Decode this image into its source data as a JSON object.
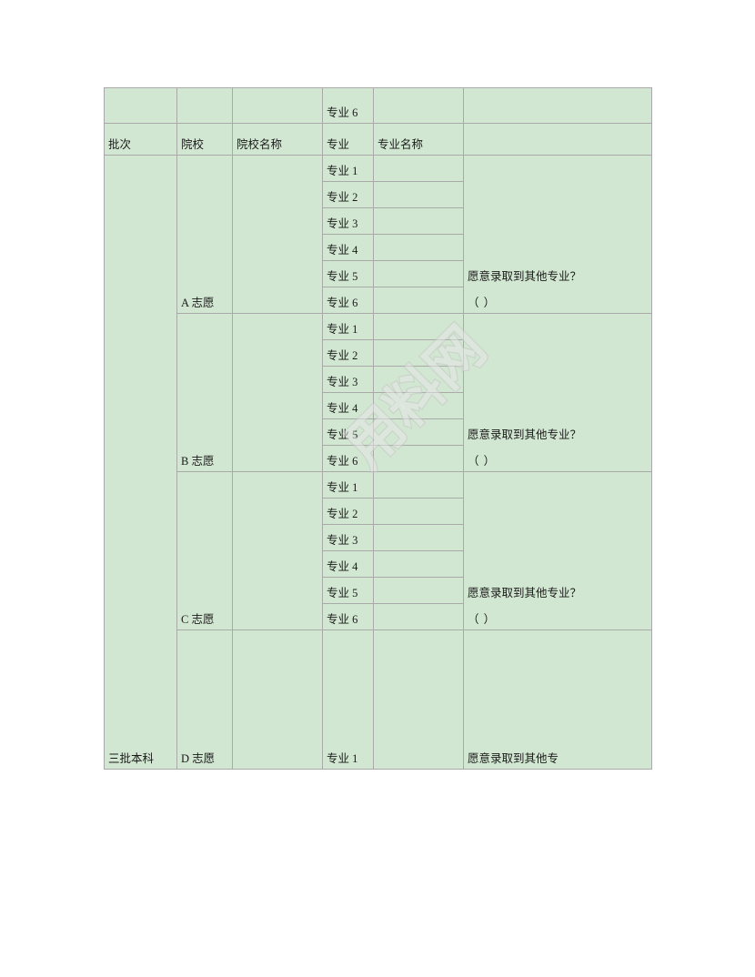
{
  "document": {
    "title": "高考志愿填报表",
    "background_color": "#ffffff",
    "table_fill_color": "#d2e7d2",
    "border_color": "#a9a9a9"
  },
  "watermark": {
    "text": "用料网",
    "color": "#c8c8c8",
    "rotation_deg": -45
  },
  "table": {
    "columns": [
      {
        "key": "batch",
        "header": "批次"
      },
      {
        "key": "school",
        "header": "院校"
      },
      {
        "key": "schoolnm",
        "header": "院校名称"
      },
      {
        "key": "major",
        "header": "专业"
      },
      {
        "key": "majornm",
        "header": "专业名称"
      },
      {
        "key": "note",
        "header": ""
      }
    ],
    "top_partial_row": {
      "major": "专业 6",
      "majornm": "",
      "note": ""
    },
    "batch_label": "三批本科",
    "wish_question": "愿意录取到其他专业？",
    "wish_answer_box": "（     ）",
    "wish_question_truncated": "愿意录取到其他专",
    "groups": [
      {
        "choice": "A 志愿",
        "school_name": "",
        "majors": [
          {
            "label": "专业 1",
            "value": ""
          },
          {
            "label": "专业 2",
            "value": ""
          },
          {
            "label": "专业 3",
            "value": ""
          },
          {
            "label": "专业 4",
            "value": ""
          },
          {
            "label": "专业 5",
            "value": ""
          },
          {
            "label": "专业 6",
            "value": ""
          }
        ],
        "note_line1": "愿意录取到其他专业？",
        "note_line2": "（     ）"
      },
      {
        "choice": "B 志愿",
        "school_name": "",
        "majors": [
          {
            "label": "专业 1",
            "value": ""
          },
          {
            "label": "专业 2",
            "value": ""
          },
          {
            "label": "专业 3",
            "value": ""
          },
          {
            "label": "专业 4",
            "value": ""
          },
          {
            "label": "专业 5",
            "value": ""
          },
          {
            "label": "专业 6",
            "value": ""
          }
        ],
        "note_line1": "愿意录取到其他专业？",
        "note_line2": "（     ）"
      },
      {
        "choice": "C 志愿",
        "school_name": "",
        "majors": [
          {
            "label": "专业 1",
            "value": ""
          },
          {
            "label": "专业 2",
            "value": ""
          },
          {
            "label": "专业 3",
            "value": ""
          },
          {
            "label": "专业 4",
            "value": ""
          },
          {
            "label": "专业 5",
            "value": ""
          },
          {
            "label": "专业 6",
            "value": ""
          }
        ],
        "note_line1": "愿意录取到其他专业？",
        "note_line2": "（     ）"
      },
      {
        "choice": "D 志愿",
        "school_name": "",
        "majors": [
          {
            "label": "专业 1",
            "value": ""
          }
        ],
        "note_line1": "愿意录取到其他专",
        "note_line2": ""
      }
    ]
  }
}
